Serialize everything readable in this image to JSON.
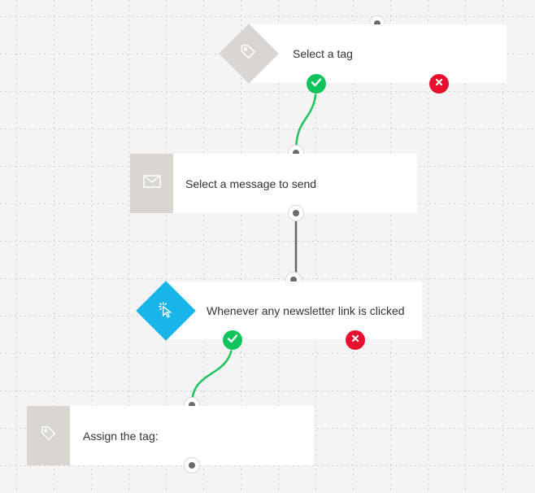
{
  "colors": {
    "canvas": "#f4f4f4",
    "node": "#ffffff",
    "icon_box": "#d9d5d0",
    "trigger_diamond": "#18b4ea",
    "yes": "#11c35c",
    "no": "#e8102f",
    "link_yes": "#1ec35f",
    "link_default": "#666666"
  },
  "nodes": [
    {
      "id": "select-tag",
      "label": "Select a tag",
      "icon": "tag-icon",
      "shape": "diamond"
    },
    {
      "id": "send-message",
      "label": "Select a message to send",
      "icon": "envelope-icon",
      "shape": "square"
    },
    {
      "id": "link-clicked",
      "label": "Whenever any newsletter link is clicked",
      "icon": "pointer-click-icon",
      "shape": "diamond"
    },
    {
      "id": "assign-tag",
      "label": "Assign the tag:",
      "icon": "tag-icon",
      "shape": "square"
    }
  ],
  "branches": {
    "yes": "check-icon",
    "no": "x-icon"
  }
}
